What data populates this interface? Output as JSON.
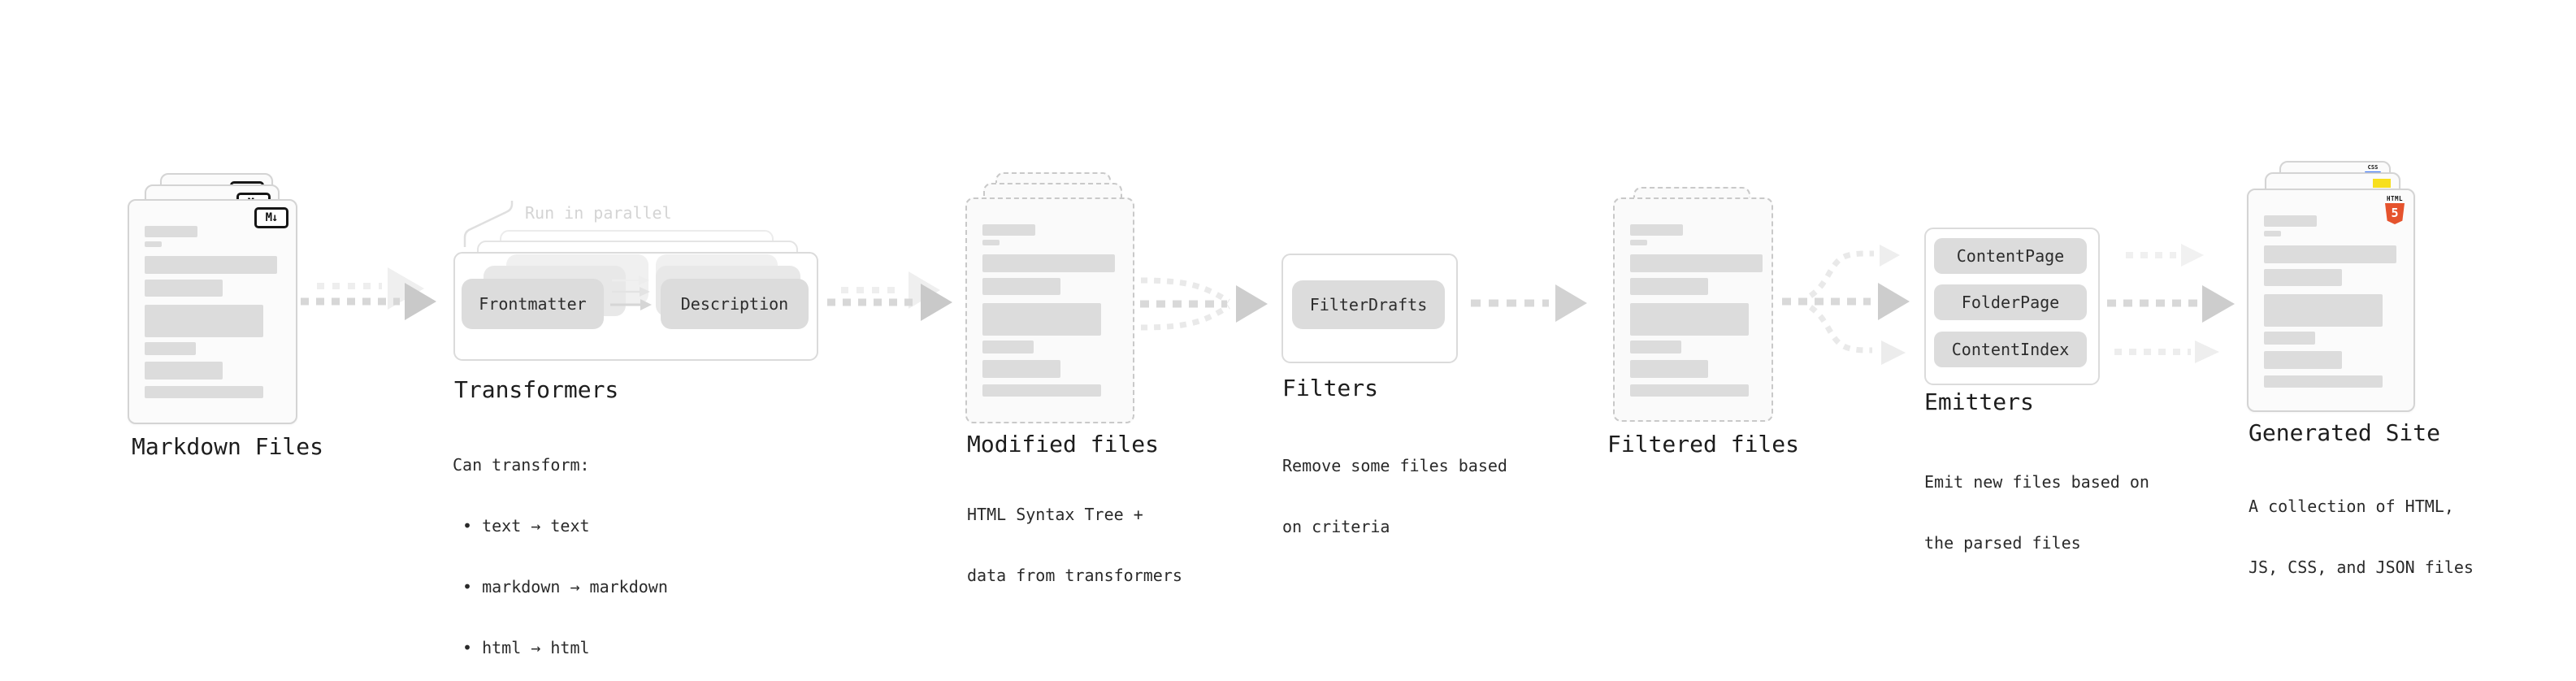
{
  "colors": {
    "background": "#ffffff",
    "card_fill": "#fbfbfb",
    "card_border": "#d4d4d4",
    "dashed_border": "#c9c9c9",
    "skeleton_bar": "#dcdcdc",
    "pill_fill": "#dcdcdc",
    "arrow_main": "#c9c9c9",
    "arrow_ghost": "#ededed",
    "annotation_gray": "#d4d4d4",
    "heading_text": "#1d1d1d",
    "html5_orange": "#e5532d",
    "js_yellow": "#f7df1e",
    "css_blue": "#2f6df6",
    "badge_black": "#161616"
  },
  "stages": {
    "markdown": {
      "title": "Markdown Files",
      "badge": "M↓"
    },
    "transformers": {
      "annotation": "Run in parallel",
      "pills": [
        "Frontmatter",
        "Description"
      ],
      "title": "Transformers",
      "desc_heading": "Can transform:",
      "bullets": [
        "• text → text",
        "• markdown → markdown",
        "• html → html"
      ]
    },
    "modified": {
      "title": "Modified files",
      "desc_line1": "HTML Syntax Tree +",
      "desc_line2": "data from transformers"
    },
    "filters": {
      "pills": [
        "FilterDrafts"
      ],
      "title": "Filters",
      "desc_line1": "Remove some files based",
      "desc_line2": "on criteria"
    },
    "filtered": {
      "title": "Filtered files"
    },
    "emitters": {
      "pills": [
        "ContentPage",
        "FolderPage",
        "ContentIndex"
      ],
      "title": "Emitters",
      "desc_line1": "Emit new files based on",
      "desc_line2": "the parsed files"
    },
    "generated": {
      "title": "Generated Site",
      "desc_line1": "A collection of HTML,",
      "desc_line2": "JS, CSS, and JSON files",
      "badges": {
        "css": "CSS",
        "html": "HTML",
        "html_num": "5"
      }
    }
  }
}
